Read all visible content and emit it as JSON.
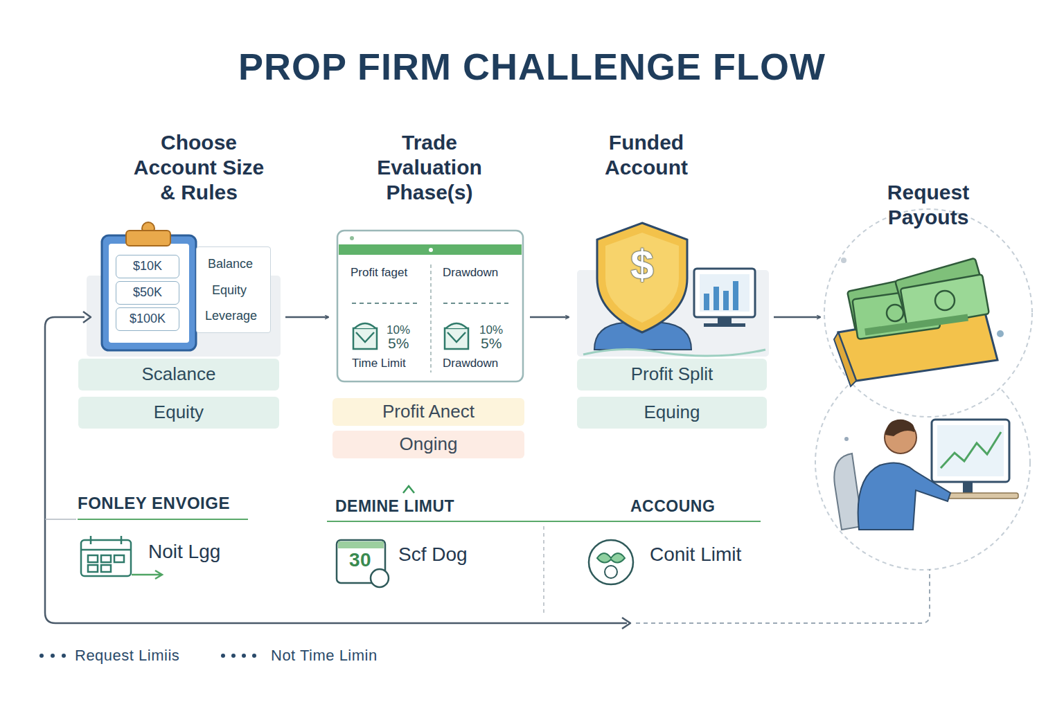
{
  "diagram": {
    "title": "PROP FIRM CHALLENGE FLOW",
    "nodes": [
      {
        "text": [
          "Choose Account Size & Rules"
        ]
      },
      {
        "text": [
          "$10K"
        ],
        "in": 0
      },
      {
        "text": [
          "$50K"
        ],
        "in": 0
      },
      {
        "text": [
          "$100K"
        ],
        "in": 0
      },
      {
        "text": [
          "Balance",
          "Equity",
          "Leverage"
        ],
        "in": 0
      },
      {
        "text": [
          "Scalance"
        ]
      },
      {
        "text": [
          "Equity"
        ]
      },
      {
        "text": [
          "Trade Evaluation Phase(s)",
          "Profit faget",
          "Drawdown",
          "10%",
          "5%",
          "Time Limit",
          "10%",
          "5%",
          "Drawdown"
        ]
      },
      {
        "text": [
          "Profit Anect"
        ]
      },
      {
        "text": [
          "Onging"
        ]
      },
      {
        "text": [
          "Funded Account",
          "$"
        ]
      },
      {
        "text": [
          "Profit Split"
        ]
      },
      {
        "text": [
          "Equing"
        ]
      },
      {
        "text": [
          "Request Payouts"
        ]
      }
    ],
    "edges": [
      {
        "from": 0,
        "to": 7,
        "arrow": "to"
      },
      {
        "from": 7,
        "to": 10,
        "arrow": "to"
      },
      {
        "from": 10,
        "to": 13,
        "arrow": "to"
      }
    ],
    "labels": [
      "FONLEY ENVOIGE",
      "Noit Lgg",
      "DEMINE LIMUT",
      "30",
      "Scf Dog",
      "ACCOUNG",
      "Conit Limit"
    ],
    "legend": [
      {
        "text": "Request Limiis"
      },
      {
        "text": "Not Time Limin"
      }
    ]
  }
}
